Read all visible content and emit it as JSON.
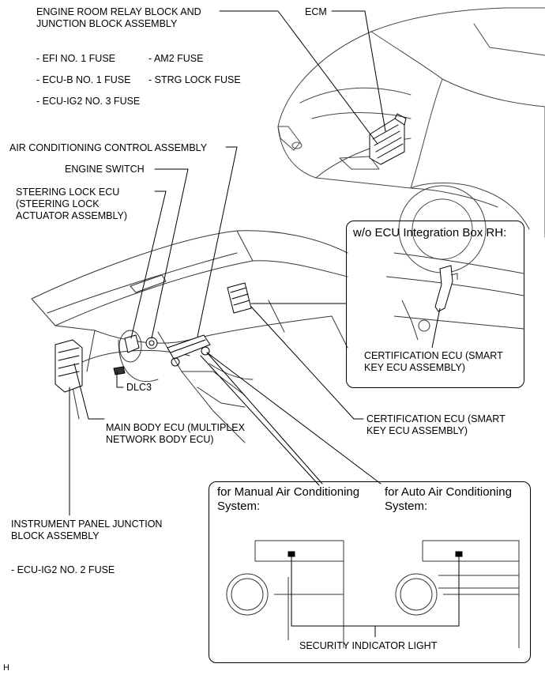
{
  "labels": {
    "relay_block": "ENGINE ROOM RELAY BLOCK AND\nJUNCTION BLOCK ASSEMBLY",
    "ecm": "ECM",
    "efi_fuse": "- EFI NO. 1 FUSE",
    "am2_fuse": "- AM2 FUSE",
    "ecub_fuse": "- ECU-B NO. 1 FUSE",
    "strg_fuse": "- STRG LOCK FUSE",
    "ecuig2_3_fuse": "- ECU-IG2 NO. 3 FUSE",
    "ac_control": "AIR CONDITIONING CONTROL ASSEMBLY",
    "engine_switch": "ENGINE SWITCH",
    "steering_lock": "STEERING LOCK ECU\n(STEERING LOCK\nACTUATOR ASSEMBLY)",
    "dlc3": "DLC3",
    "main_body": "MAIN BODY ECU (MULTIPLEX\nNETWORK BODY ECU)",
    "cert_ecu": "CERTIFICATION ECU (SMART\nKEY ECU ASSEMBLY)",
    "ip_junction": "INSTRUMENT PANEL JUNCTION\nBLOCK ASSEMBLY",
    "ecuig2_2_fuse": "- ECU-IG2 NO. 2 FUSE",
    "corner_code": "H"
  },
  "inset_rh": {
    "title": "w/o ECU Integration Box RH:",
    "cert_ecu": "CERTIFICATION ECU (SMART\nKEY ECU ASSEMBLY)"
  },
  "inset_ac": {
    "manual_title": "for Manual Air Conditioning\nSystem:",
    "auto_title": "for Auto Air Conditioning\nSystem:",
    "security_light": "SECURITY INDICATOR LIGHT"
  }
}
